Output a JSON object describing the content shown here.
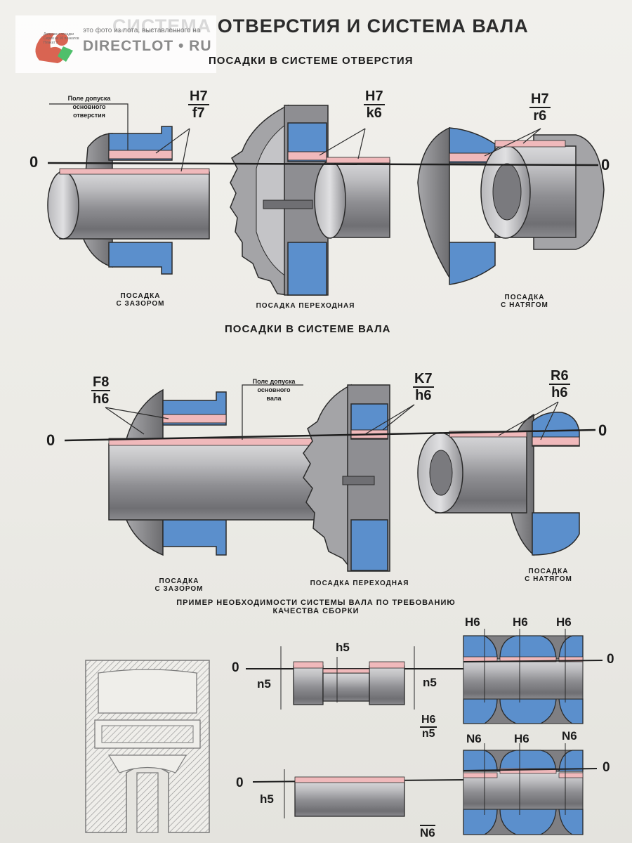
{
  "watermark": {
    "brand": "DIRECTLOT • RU",
    "photo_note": "это фото из лота, выставленного на",
    "tiny_lines": [
      "Допуски и посадки",
      "Серия из 10 плакатов",
      "Плакат 2"
    ]
  },
  "title": "СИСТЕМА ОТВЕРСТИЯ И СИСТЕМА ВАЛА",
  "section1": {
    "heading": "ПОСАДКИ В СИСТЕМЕ ОТВЕРСТИЯ",
    "tolerance_note": [
      "Поле допуска",
      "основного",
      "отверстия"
    ],
    "fits": [
      {
        "hole": "H7",
        "shaft": "f7",
        "caption": [
          "ПОСАДКА",
          "С ЗАЗОРОМ"
        ]
      },
      {
        "hole": "H7",
        "shaft": "k6",
        "caption": [
          "ПОСАДКА ПЕРЕХОДНАЯ"
        ]
      },
      {
        "hole": "H7",
        "shaft": "r6",
        "caption": [
          "ПОСАДКА",
          "С НАТЯГОМ"
        ]
      }
    ]
  },
  "section2": {
    "heading": "ПОСАДКИ В СИСТЕМЕ ВАЛА",
    "tolerance_note": [
      "Поле допуска",
      "основного",
      "вала"
    ],
    "fits": [
      {
        "hole": "F8",
        "shaft": "h6",
        "caption": [
          "ПОСАДКА",
          "С ЗАЗОРОМ"
        ]
      },
      {
        "hole": "K7",
        "shaft": "h6",
        "caption": [
          "ПОСАДКА ПЕРЕХОДНАЯ"
        ]
      },
      {
        "hole": "R6",
        "shaft": "h6",
        "caption": [
          "ПОСАДКА",
          "С НАТЯГОМ"
        ]
      }
    ]
  },
  "section3": {
    "heading": [
      "ПРИМЕР НЕОБХОДИМОСТИ СИСТЕМЫ ВАЛА ПО ТРЕБОВАНИЮ",
      "КАЧЕСТВА СБОРКИ"
    ],
    "labels": {
      "zero": "0",
      "h5": "h5",
      "n5": "n5",
      "H6": "H6",
      "N6": "N6",
      "fraction_num": "H6",
      "fraction_den": "n5",
      "bottom": "N6"
    }
  },
  "colors": {
    "hole_blue": "#5b8fcc",
    "tolerance_pink": "#f0b9bb",
    "steel_gray": "#9a9a9c",
    "dark_outline": "#2a2a2a",
    "hatch": "#8a8a8a"
  }
}
